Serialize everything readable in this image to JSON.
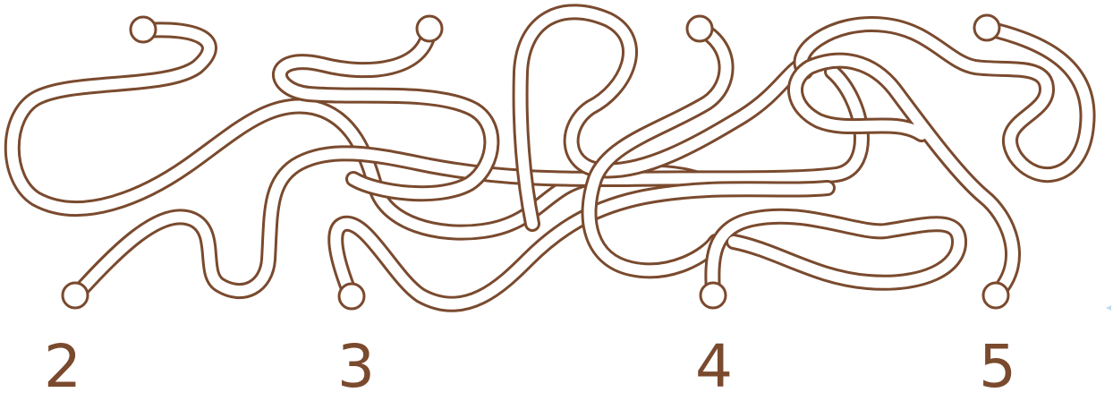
{
  "colors": {
    "rope": "#7a4a2e",
    "background": "#ffffff",
    "label": "#7a4a2e",
    "marker": "#bfdcee"
  },
  "end_labels": [
    "2",
    "3",
    "4",
    "5"
  ]
}
